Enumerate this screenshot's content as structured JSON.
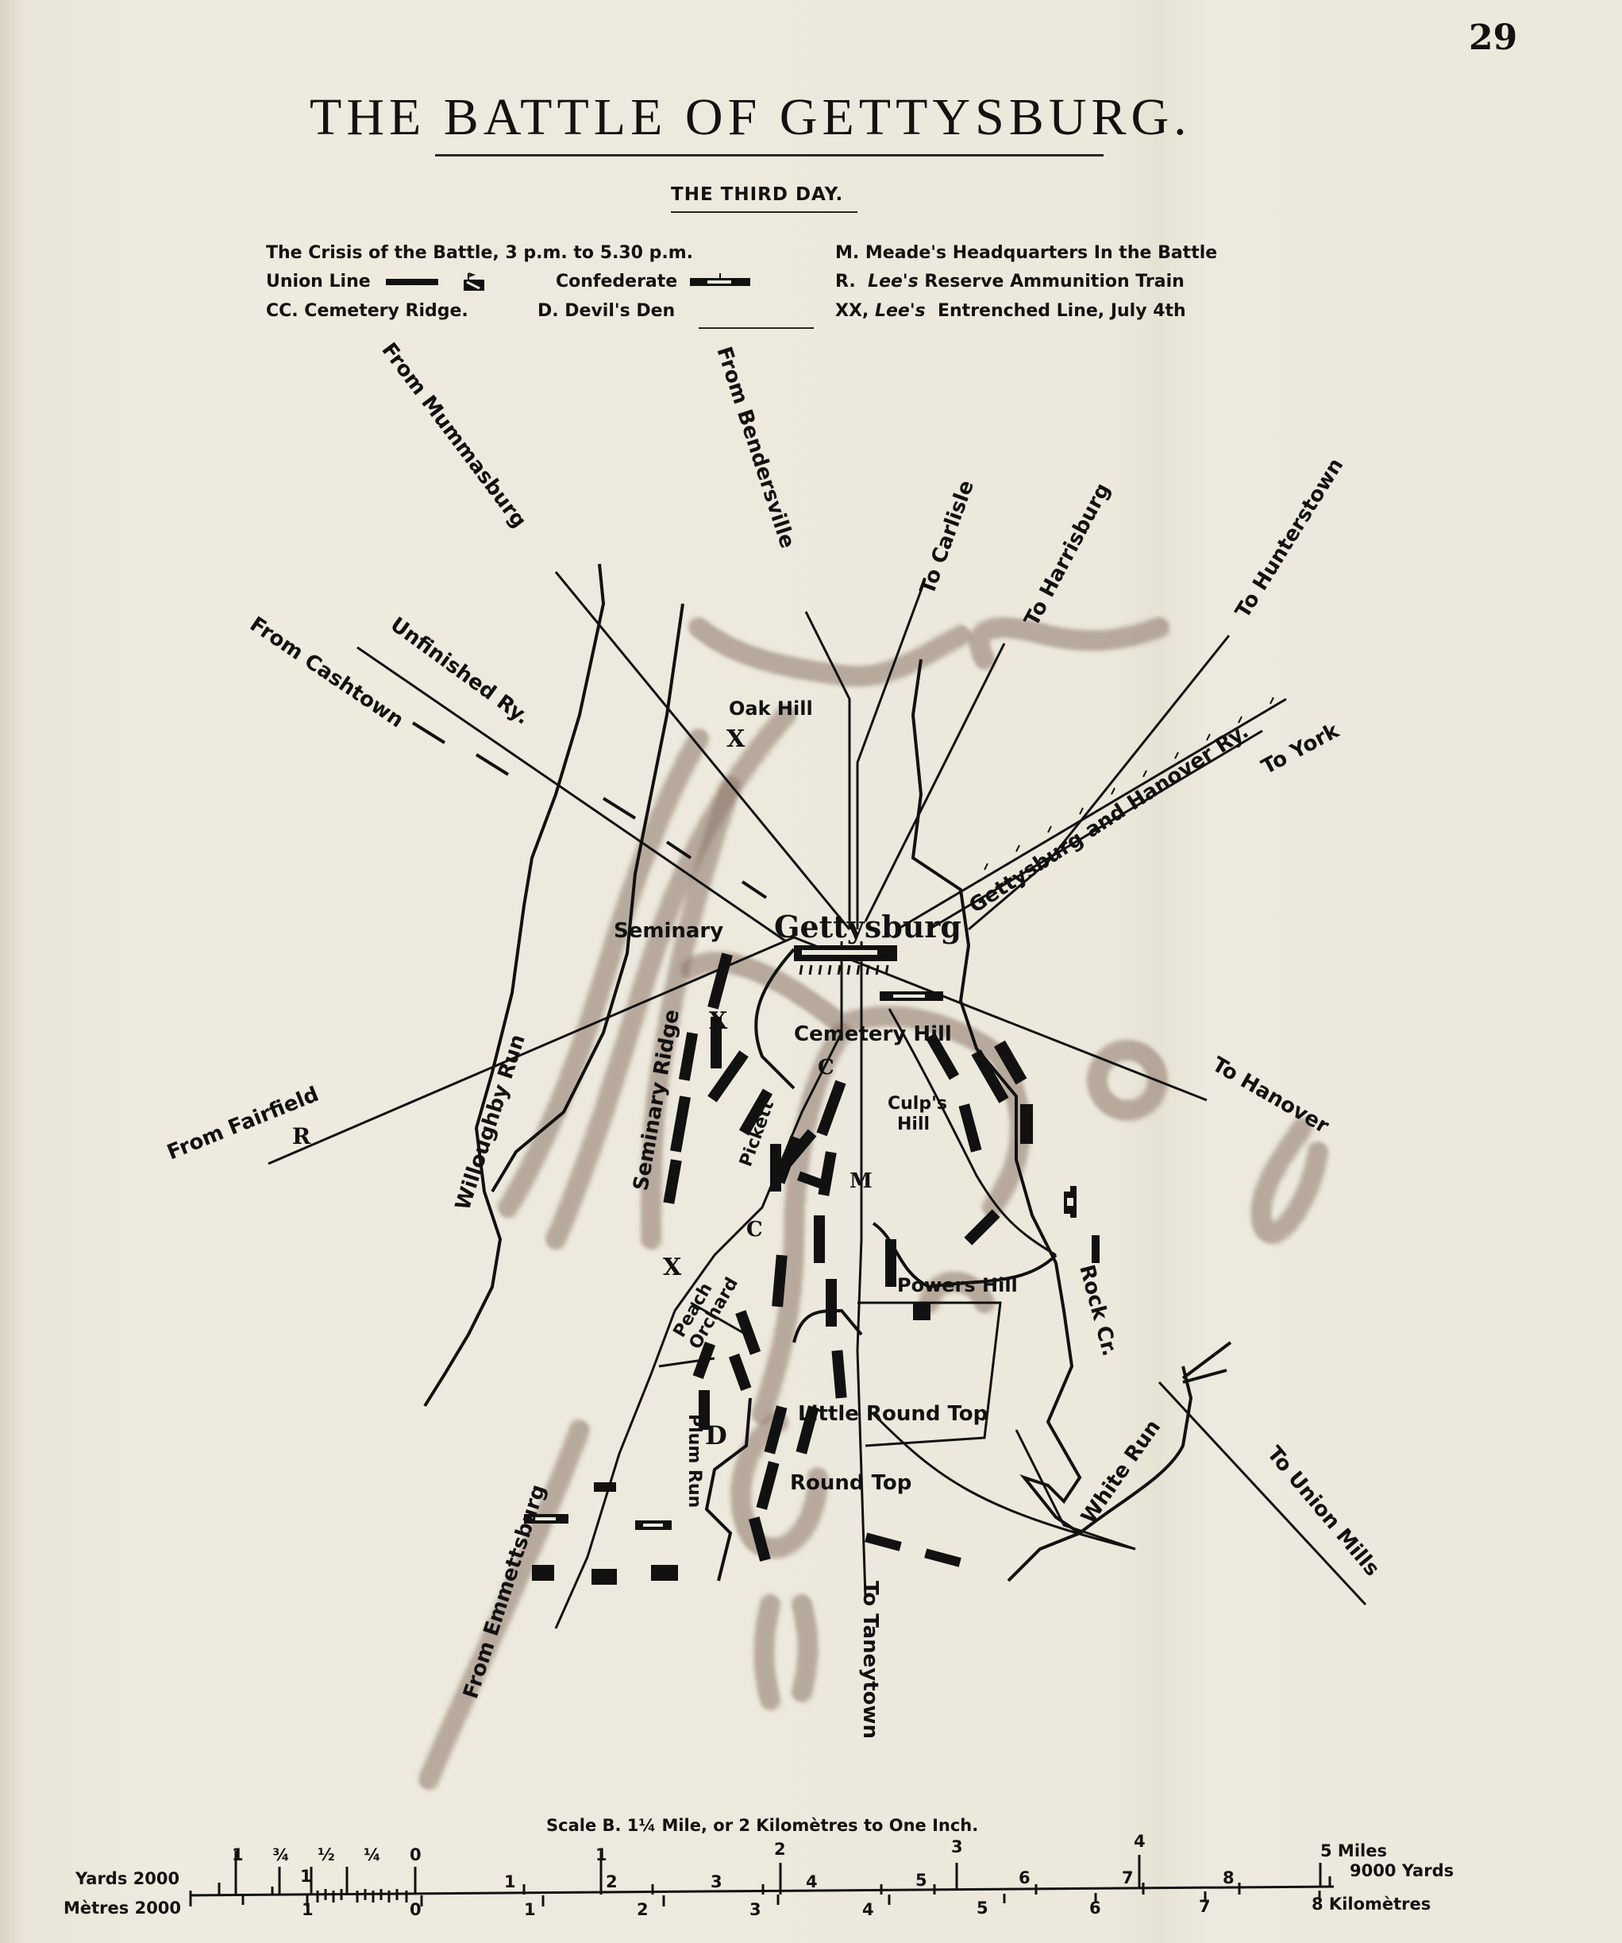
{
  "page": {
    "number": "29"
  },
  "header": {
    "title": "THE BATTLE OF GETTYSBURG.",
    "subtitle": "THE THIRD DAY."
  },
  "legend": {
    "crisis": "The Crisis of the Battle, 3 p.m. to 5.30 p.m.",
    "union_line": "Union Line",
    "confederate": "Confederate",
    "cc": "CC.  Cemetery Ridge.",
    "d": "D.  Devil's Den",
    "m": "M.  Meade's Headquarters In the Battle",
    "r_prefix": "R.",
    "r_italic": "Lee's",
    "r_suffix": "Reserve Ammunition Train",
    "xx_prefix": "XX,",
    "xx_italic": "Lee's",
    "xx_suffix": "Entrenched Line, July 4th"
  },
  "map": {
    "colors": {
      "ink": "#111111",
      "hill_shading": "#8a7468",
      "paper": "#ece8dc"
    },
    "places": {
      "gettysburg": "Gettysburg",
      "seminary": "Seminary",
      "seminary_ridge": "Seminary Ridge",
      "cemetery_hill": "Cemetery Hill",
      "culps_hill_1": "Culp's",
      "culps_hill_2": "Hill",
      "oak_hill": "Oak Hill",
      "pickett": "Pickett",
      "peach_orchard_1": "Peach",
      "peach_orchard_2": "Orchard",
      "powers_hill": "Powers Hill",
      "little_round_top": "Little Round Top",
      "round_top": "Round Top",
      "m_marker": "M",
      "c_marker_1": "C",
      "c_marker_2": "C",
      "d_marker": "D",
      "x_markers": [
        "X",
        "X",
        "X"
      ],
      "r_marker": "R"
    },
    "waterways": {
      "willoughby_run": "Willoughby Run",
      "plum_run": "Plum Run",
      "rock_creek": "Rock Cr.",
      "white_run": "White Run"
    },
    "roads": {
      "from_mummasburg": "From Mummasburg",
      "from_bendersville": "From Bendersville",
      "to_carlisle": "To Carlisle",
      "to_harrisburg": "To Harrisburg",
      "to_hunterstown": "To Hunterstown",
      "gettysburg_hanover_ry": "Gettysburg and Hanover Ry.",
      "to_york": "To York",
      "from_cashtown": "From Cashtown",
      "unfinished_ry": "Unfinished Ry.",
      "from_fairfield": "From Fairfield",
      "to_hanover": "To Hanover",
      "to_union_mills": "To Union Mills",
      "to_taneytown": "To Taneytown",
      "from_emmettsburg": "From Emmettsburg"
    }
  },
  "scale": {
    "title": "Scale B.  1¼ Mile, or 2 Kilomètres to One Inch.",
    "yards_label": "Yards 2000",
    "metres_label": "Mètres 2000",
    "miles_ticks": [
      "1",
      "¾",
      "½",
      "¼",
      "0",
      "1",
      "2",
      "3",
      "4",
      "5 Miles"
    ],
    "yards_ticks": [
      "1",
      "1",
      "2",
      "3",
      "4",
      "5",
      "6",
      "7",
      "8",
      "9000 Yards"
    ],
    "km_ticks": [
      "1",
      "0",
      "1",
      "2",
      "3",
      "4",
      "5",
      "6",
      "7",
      "8 Kilomètres"
    ]
  }
}
